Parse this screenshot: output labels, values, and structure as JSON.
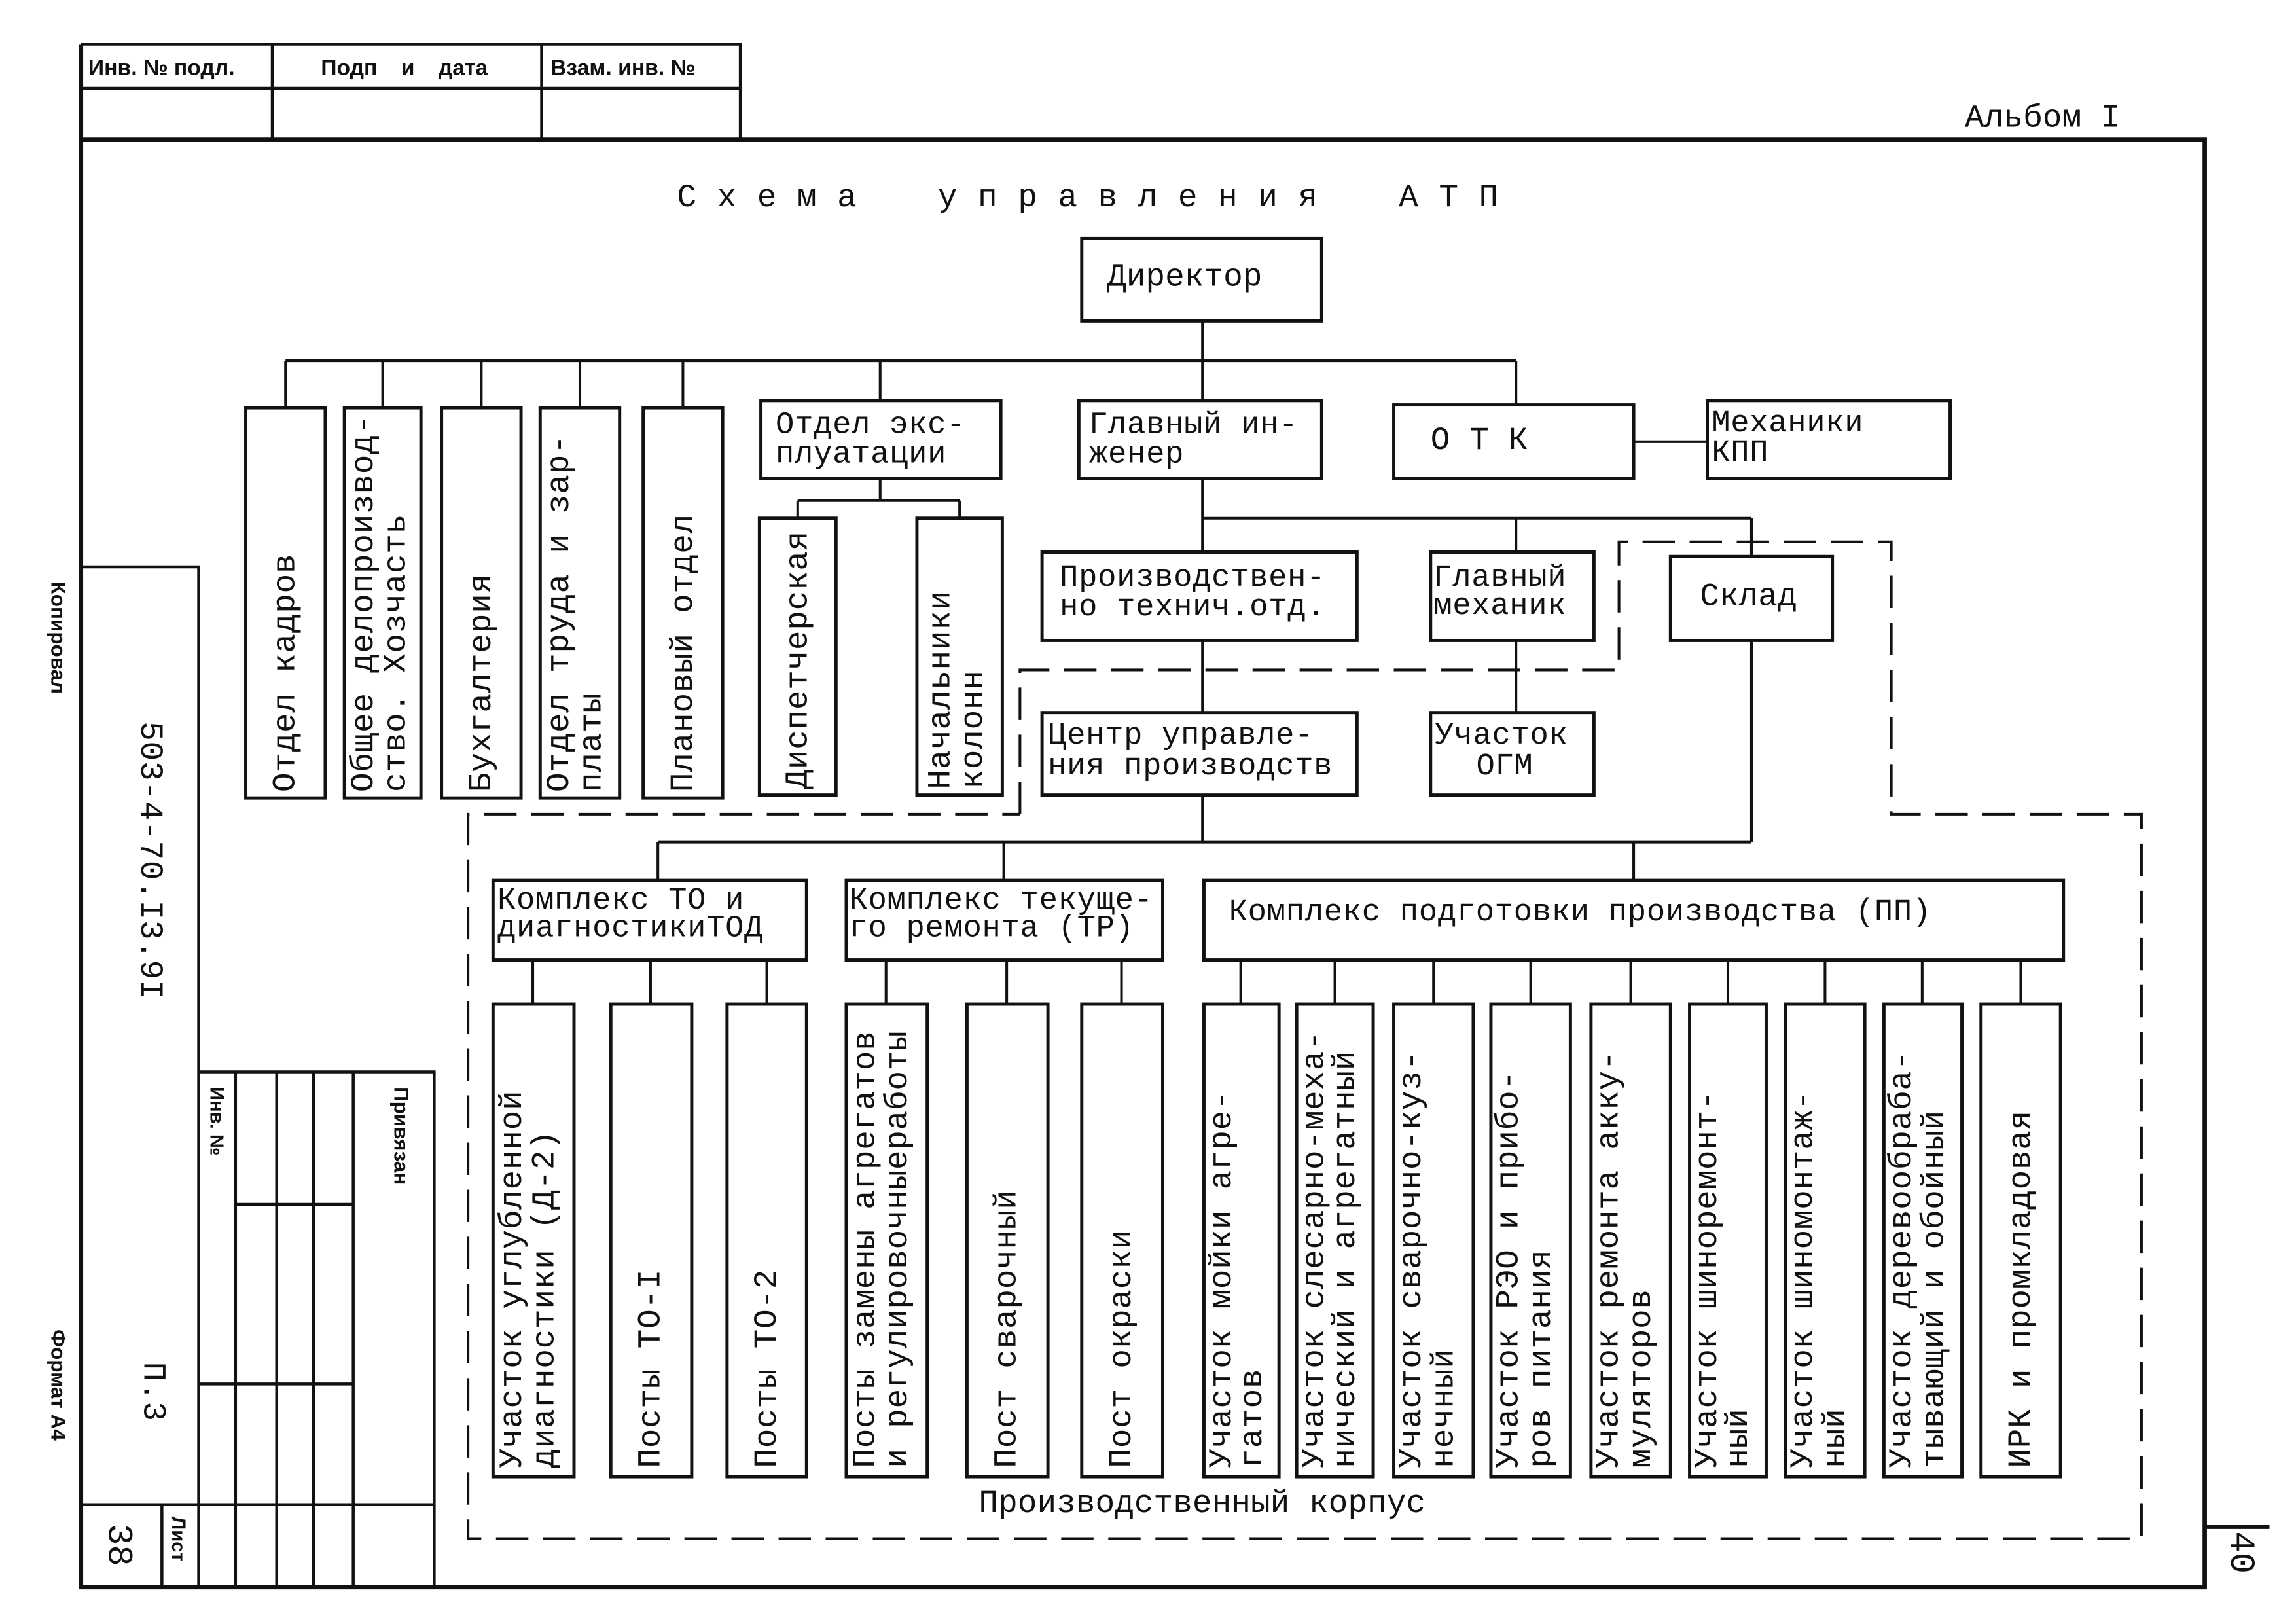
{
  "stamp": {
    "inv_original_label": "Инв. № подл.",
    "signature_date_label": "Подп и дата",
    "replacement_inv_label": "Взам. инв. №"
  },
  "album": "Альбом I",
  "title": "Схема управления АТП",
  "margin": {
    "copied_by_label": "Копировал",
    "format_label": "Формат А4"
  },
  "title_block": {
    "document_code": "503-4-70.I3.9I",
    "section": "П.3",
    "sheet_number": "38",
    "sheet_label": "Лист",
    "inv_number_label": "Инв. №",
    "linked_label": "Привязан"
  },
  "page_number": "40",
  "nodes": {
    "director": [
      "Директор"
    ],
    "hr_department": [
      "Отдел кадров"
    ],
    "office_admin": [
      "Общее делопроизвод-",
      "ство. Хозчасть"
    ],
    "accounting": [
      "Бухгалтерия"
    ],
    "labor_wages": [
      "Отдел труда и зар-",
      "платы"
    ],
    "planning": [
      "Плановый отдел"
    ],
    "operations": [
      "Отдел экс-",
      "плуатации"
    ],
    "dispatch": [
      "Диспетчерская"
    ],
    "column_heads": [
      "Начальники",
      "колонн"
    ],
    "chief_engineer": [
      "Главный ин-",
      "женер"
    ],
    "otk": [
      "О Т К"
    ],
    "kpp_mechanics": [
      "Механики",
      "КПП"
    ],
    "production_tech": [
      "Производствен-",
      "но технич.отд."
    ],
    "chief_mechanic": [
      "Главный",
      "механик"
    ],
    "warehouse": [
      "Склад"
    ],
    "production_control": [
      "Центр управле-",
      "ния производств"
    ],
    "ogm_section": [
      "Участок",
      "ОГМ"
    ],
    "tod_complex": [
      "Комплекс ТО и",
      "диагностикиТОД"
    ],
    "tr_complex": [
      "Комплекс текуще-",
      "го ремонта (ТР)"
    ],
    "pp_complex": [
      "Комплекс подготовки производства (ПП)"
    ],
    "d2_section": [
      "Участок углубленной",
      "диагностики (Д-2)"
    ],
    "to1_posts": [
      "Посты ТО-I"
    ],
    "to2_posts": [
      "Посты ТО-2"
    ],
    "unit_replacement": [
      "Посты замены агрегатов",
      "и регулировочныеработы"
    ],
    "welding_post": [
      "Пост сварочный"
    ],
    "painting_post": [
      "Пост окраски"
    ],
    "unit_washing": [
      "Участок мойки агре-",
      "гатов"
    ],
    "fitting_mechanical": [
      "Участок слесарно-меха-",
      "нический и агрегатный"
    ],
    "welding_forging": [
      "Участок сварочно-куз-",
      "нечный"
    ],
    "electrical_fuel": [
      "Участок РЭО и прибо-",
      "ров питания"
    ],
    "battery_repair": [
      "Участок ремонта акку-",
      "муляторов"
    ],
    "tire_repair": [
      "Участок шиноремонт-",
      "ный"
    ],
    "tire_fitting": [
      "Участок шиномонтаж-",
      "ный"
    ],
    "woodwork_upholstery": [
      "Участок деревообраба-",
      "тывающий и обойный"
    ],
    "tool_storeroom": [
      "ИРК и промкладовая"
    ]
  },
  "production_building_label": "Производственный корпус"
}
